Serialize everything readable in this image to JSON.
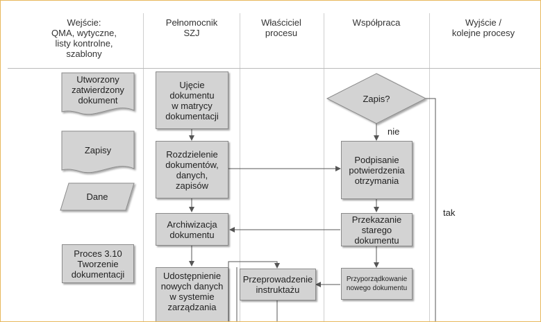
{
  "lanes": {
    "inputs": "Wejście:\nQMA, wytyczne,\nlisty kontrolne,\nszablony",
    "qms_representative": "Pełnomocnik\nSZJ",
    "process_owner": "Właściciel\nprocesu",
    "cooperation": "Współpraca",
    "outputs": "Wyjście /\nkolejne procesy"
  },
  "inputs": {
    "approved_document": "Utworzony\nzatwierdzony\ndokument",
    "records": "Zapisy",
    "data": "Dane",
    "process_ref": "Proces 3.10\nTworzenie\ndokumentacji"
  },
  "steps": {
    "record_in_matrix": "Ujęcie\ndokumentu\nw matrycy\ndokumentacji",
    "distribution": "Rozdzielenie\ndokumentów,\ndanych,\nzapisów",
    "archiving": "Archiwizacja\ndokumentu",
    "publishing": "Udostępnienie\nnowych danych\nw systemie\nzarządzania",
    "training": "Przeprowadzenie\ninstruktażu",
    "decision": "Zapis?",
    "decision_no": "nie",
    "decision_yes": "tak",
    "confirm_receipt": "Podpisanie\npotwierdzenia\notrzymania",
    "hand_over_old": "Przekazanie\nstarego\ndokumentu",
    "assign_new": "Przyporządkowanie\nnowego dokumentu"
  },
  "colors": {
    "shape_fill": "#d3d3d3",
    "shape_border": "#8a8a8a",
    "frame": "#e7b85c",
    "lane_line": "#cfcfcf",
    "connector": "#555555"
  }
}
